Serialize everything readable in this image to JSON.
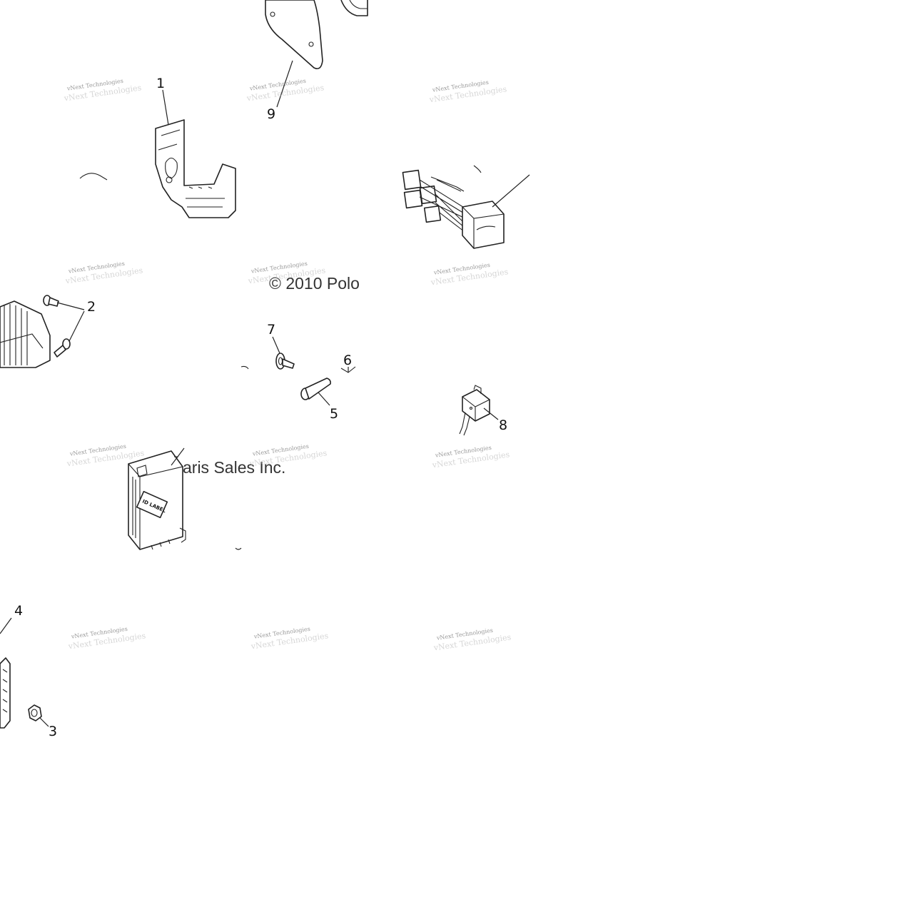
{
  "callouts": {
    "c1": "1",
    "c2": "2",
    "c3": "3",
    "c4": "4",
    "c5": "5",
    "c6": "6",
    "c7": "7",
    "c8": "8",
    "c9": "9"
  },
  "copyright": {
    "line1": "© 2010 Polo",
    "line2": "aris Sales Inc."
  },
  "module_label": "ID LABEL",
  "watermark": {
    "text": "vNext Technologies"
  }
}
